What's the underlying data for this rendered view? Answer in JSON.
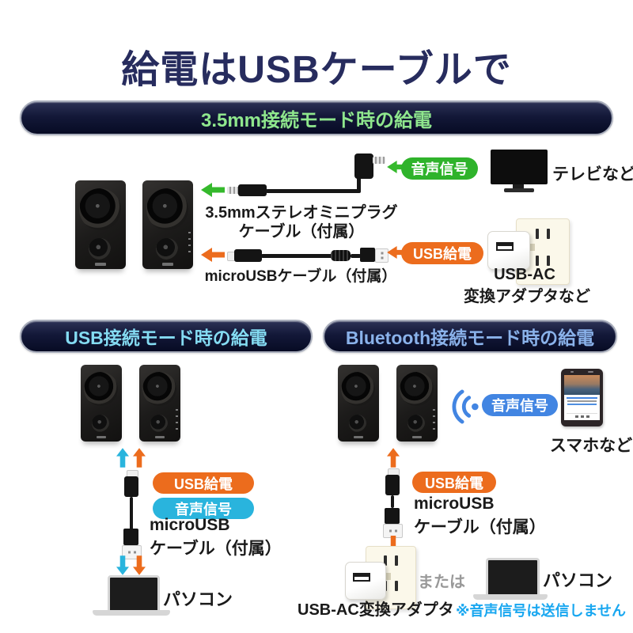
{
  "title": "給電はUSBケーブルで",
  "colors": {
    "title_navy": "#272c5e",
    "banner_bg": "#131838",
    "banner_border": "#a9aebc",
    "banner_text_green": "#8fe78d",
    "banner_text_cyan": "#84dbf2",
    "banner_text_blue": "#8ab2ea",
    "green": "#2fb32b",
    "orange": "#ec6c1d",
    "cyan": "#29b4dd",
    "blue": "#4285e2",
    "note_blue": "#19a7f0",
    "gray": "#999999"
  },
  "sections": {
    "mode35": {
      "banner": "3.5mm接続モード時の給電",
      "audio_badge": "音声信号",
      "tv_label": "テレビなど",
      "cable35_line1": "3.5mmステレオミニプラグ",
      "cable35_line2": "ケーブル（付属）",
      "usb_badge": "USB給電",
      "micro_cable_label": "microUSBケーブル（付属）",
      "adapter_line1": "USB-AC",
      "adapter_line2": "変換アダプタなど"
    },
    "usb_mode": {
      "banner": "USB接続モード時の給電",
      "usb_badge": "USB給電",
      "audio_badge": "音声信号",
      "cable_line1": "microUSB",
      "cable_line2": "ケーブル（付属）",
      "pc_label": "パソコン"
    },
    "bt_mode": {
      "banner": "Bluetooth接続モード時の給電",
      "audio_badge": "音声信号",
      "phone_label": "スマホなど",
      "usb_badge": "USB給電",
      "cable_line1": "microUSB",
      "cable_line2": "ケーブル（付属）",
      "adapter_label": "USB-AC変換アダプタ",
      "or_label": "または",
      "pc_label": "パソコン",
      "note": "※音声信号は送信しません"
    }
  }
}
